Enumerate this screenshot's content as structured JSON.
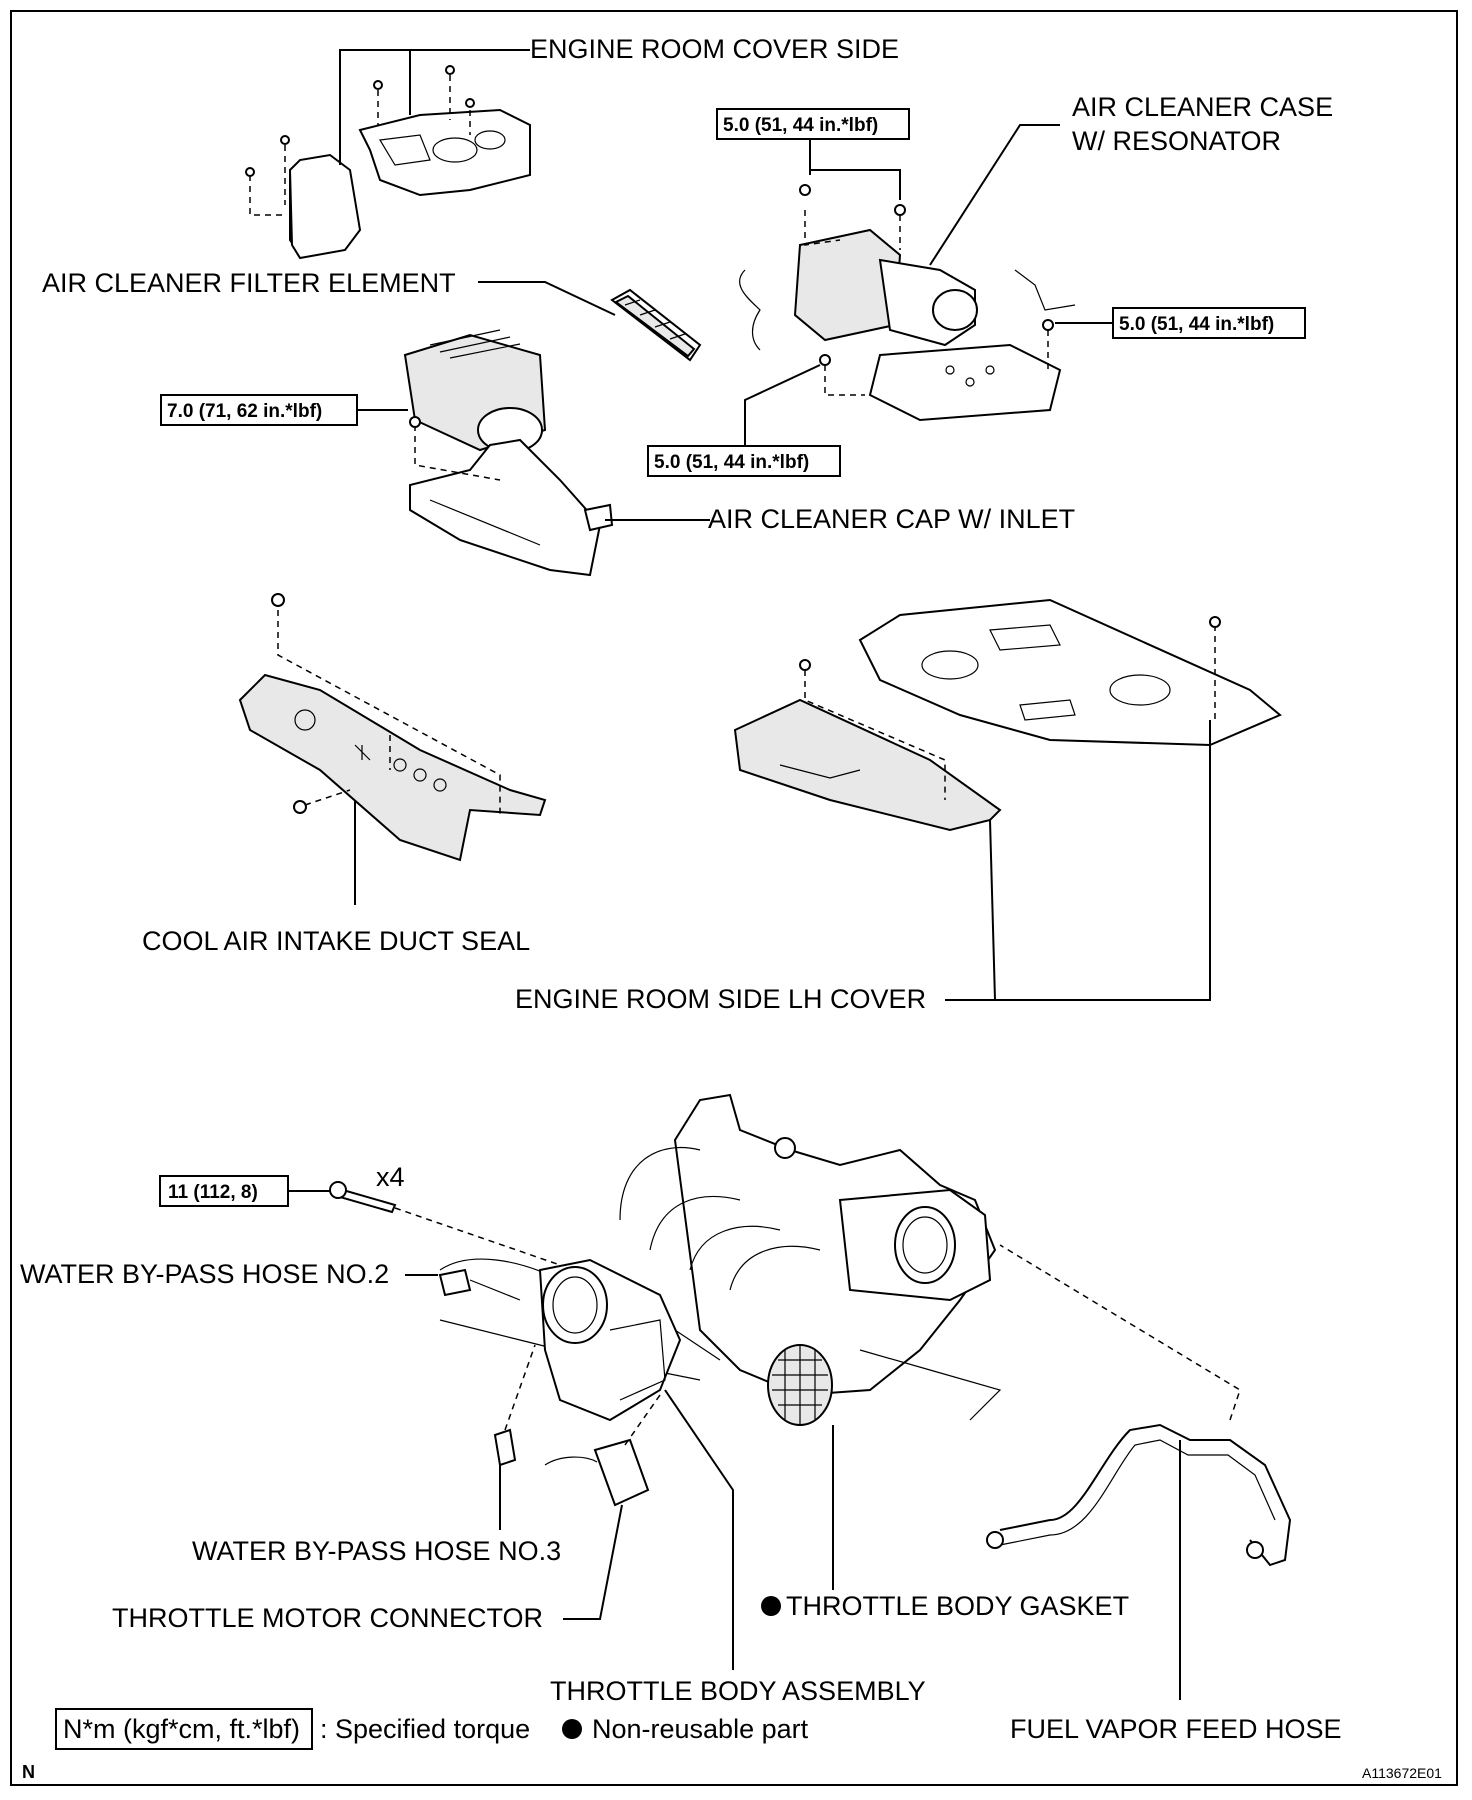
{
  "labels": {
    "engine_room_cover_side": "ENGINE ROOM COVER SIDE",
    "air_cleaner_case_1": "AIR CLEANER CASE",
    "air_cleaner_case_2": "W/ RESONATOR",
    "air_cleaner_filter_element": "AIR CLEANER FILTER ELEMENT",
    "air_cleaner_cap": "AIR CLEANER CAP W/ INLET",
    "cool_air_intake_duct_seal": "COOL AIR INTAKE DUCT SEAL",
    "engine_room_side_lh_cover": "ENGINE ROOM SIDE LH COVER",
    "water_bypass_hose_2": "WATER BY-PASS HOSE NO.2",
    "water_bypass_hose_3": "WATER BY-PASS HOSE NO.3",
    "throttle_motor_connector": "THROTTLE MOTOR CONNECTOR",
    "throttle_body_gasket": "THROTTLE BODY GASKET",
    "throttle_body_assembly": "THROTTLE BODY ASSEMBLY",
    "fuel_vapor_feed_hose": "FUEL VAPOR FEED HOSE",
    "x4": "x4"
  },
  "torques": {
    "case_top": "5.0 (51, 44 in.*lbf)",
    "case_right": "5.0 (51, 44 in.*lbf)",
    "case_bottom": "5.0 (51, 44 in.*lbf)",
    "cap": "7.0 (71, 62 in.*lbf)",
    "throttle_bolts": "11 (112, 8)"
  },
  "legend": {
    "torque_box": "N*m (kgf*cm, ft.*lbf)",
    "torque_text": ": Specified torque",
    "nonreusable_text": "Non-reusable part"
  },
  "footer": {
    "north": "N",
    "figure_id": "A113672E01"
  }
}
